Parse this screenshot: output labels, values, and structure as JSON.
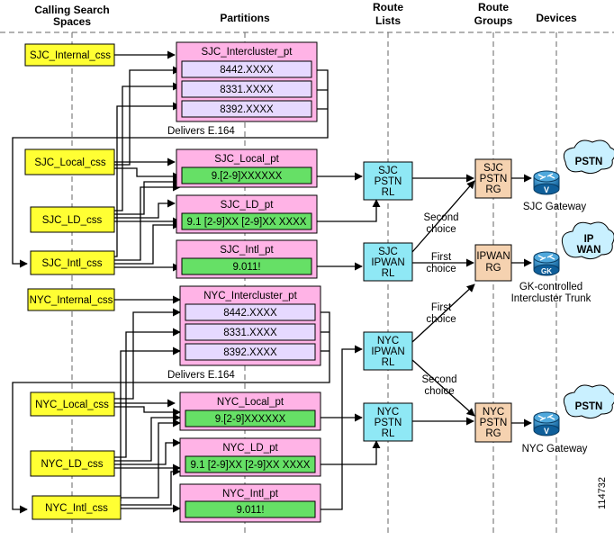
{
  "headers": {
    "css": [
      "Calling Search",
      "Spaces"
    ],
    "partitions": "Partitions",
    "route_lists": [
      "Route",
      "Lists"
    ],
    "route_groups": [
      "Route",
      "Groups"
    ],
    "devices": "Devices"
  },
  "css": {
    "sjc_internal": "SJC_Internal_css",
    "sjc_local": "SJC_Local_css",
    "sjc_ld": "SJC_LD_css",
    "sjc_intl": "SJC_Intl_css",
    "nyc_internal": "NYC_Internal_css",
    "nyc_local": "NYC_Local_css",
    "nyc_ld": "NYC_LD_css",
    "nyc_intl": "NYC_Intl_css"
  },
  "partitions": {
    "sjc_intercluster": {
      "title": "SJC_Intercluster_pt",
      "patterns": [
        "8442.XXXX",
        "8331.XXXX",
        "8392.XXXX"
      ]
    },
    "sjc_local": {
      "title": "SJC_Local_pt",
      "pattern": "9.[2-9]XXXXXX"
    },
    "sjc_ld": {
      "title": "SJC_LD_pt",
      "pattern": "9.1 [2-9]XX [2-9]XX XXXX"
    },
    "sjc_intl": {
      "title": "SJC_Intl_pt",
      "pattern": "9.011!"
    },
    "nyc_intercluster": {
      "title": "NYC_Intercluster_pt",
      "patterns": [
        "8442.XXXX",
        "8331.XXXX",
        "8392.XXXX"
      ]
    },
    "nyc_local": {
      "title": "NYC_Local_pt",
      "pattern": "9.[2-9]XXXXXX"
    },
    "nyc_ld": {
      "title": "NYC_LD_pt",
      "pattern": "9.1 [2-9]XX [2-9]XX XXXX"
    },
    "nyc_intl": {
      "title": "NYC_Intl_pt",
      "pattern": "9.011!"
    }
  },
  "notes": {
    "delivers_sjc": "Delivers E.164",
    "delivers_nyc": "Delivers E.164"
  },
  "route_lists": {
    "sjc_pstn": [
      "SJC",
      "PSTN",
      "RL"
    ],
    "sjc_ipwan": [
      "SJC",
      "IPWAN",
      "RL"
    ],
    "nyc_ipwan": [
      "NYC",
      "IPWAN",
      "RL"
    ],
    "nyc_pstn": [
      "NYC",
      "PSTN",
      "RL"
    ]
  },
  "route_groups": {
    "sjc_pstn": [
      "SJC",
      "PSTN",
      "RG"
    ],
    "ipwan": [
      "IPWAN",
      "RG"
    ],
    "nyc_pstn": [
      "NYC",
      "PSTN",
      "RG"
    ]
  },
  "choices": {
    "sjc_second": [
      "Second",
      "choice"
    ],
    "sjc_first": [
      "First",
      "choice"
    ],
    "nyc_first": [
      "First",
      "choice"
    ],
    "nyc_second": [
      "Second",
      "choice"
    ]
  },
  "devices": {
    "sjc_gateway": {
      "label": "SJC Gateway",
      "cloud": "PSTN",
      "badge": "V"
    },
    "gk_trunk": {
      "label": [
        "GK-controlled",
        "Intercluster Trunk"
      ],
      "cloud": [
        "IP",
        "WAN"
      ],
      "badge": "GK"
    },
    "nyc_gateway": {
      "label": "NYC Gateway",
      "cloud": "PSTN",
      "badge": "V"
    }
  },
  "figure_id": "114732",
  "colors": {
    "css_fill": "#ffff33",
    "partition_fill": "#ffb3e6",
    "internal_pattern_fill": "#e6d9ff",
    "pattern_fill": "#66e066",
    "route_list_fill": "#8fe8f5",
    "route_group_fill": "#f5d2b0",
    "cloud_fill": "#c9f0ff",
    "router_fill": "#1f7fbf"
  }
}
